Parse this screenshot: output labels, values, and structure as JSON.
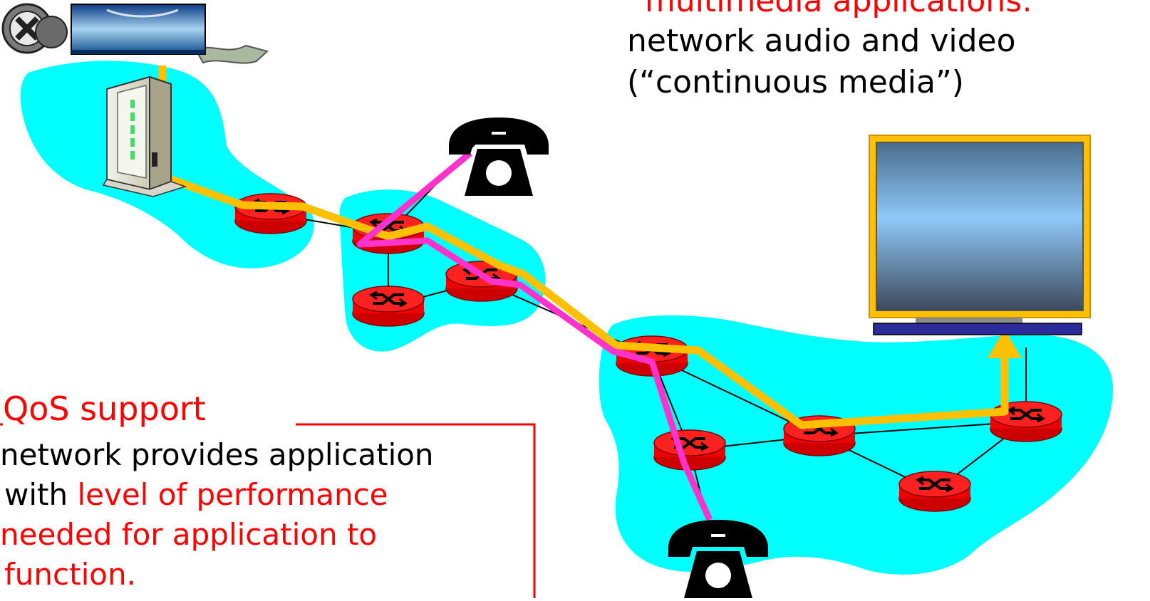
{
  "header": {
    "top_line_partial": "multimedia applications:",
    "lines": [
      "network audio and video",
      "(“continuous media”)"
    ]
  },
  "qos": {
    "title": "QoS support",
    "line1": "network provides application",
    "line2_black": "with",
    "line2_red": "level of performance",
    "line3": "needed for application to",
    "line4": "function."
  },
  "colors": {
    "cloud": "#00ffff",
    "router": "#ff0000",
    "video_path": "#ffc000",
    "audio_path": "#ff33cc",
    "title_red": "#ff0000",
    "monitor_frame": "#ffc000",
    "monitor_base": "#2b2b99"
  }
}
